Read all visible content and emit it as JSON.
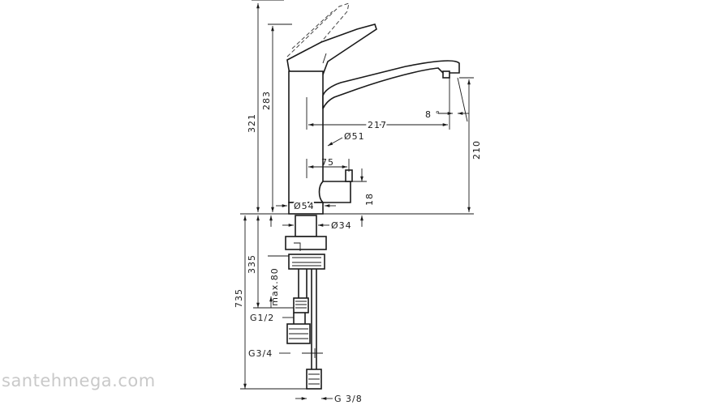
{
  "watermark": "santehmega.com",
  "dimensions": {
    "overall_height": "321",
    "body_height": "283",
    "spout_reach": "217",
    "spout_angle": "8 °",
    "spout_height": "210",
    "body_diameter": "Ø51",
    "shutoff_offset": "75",
    "shutoff_height": "18",
    "base_diameter": "Ø54",
    "hole_diameter": "Ø34",
    "total_height": "735",
    "hose_length": "335",
    "max_deck": "max.80",
    "connection_1": "G1/2",
    "connection_2": "G3/4",
    "connection_3": "G 3/8"
  }
}
